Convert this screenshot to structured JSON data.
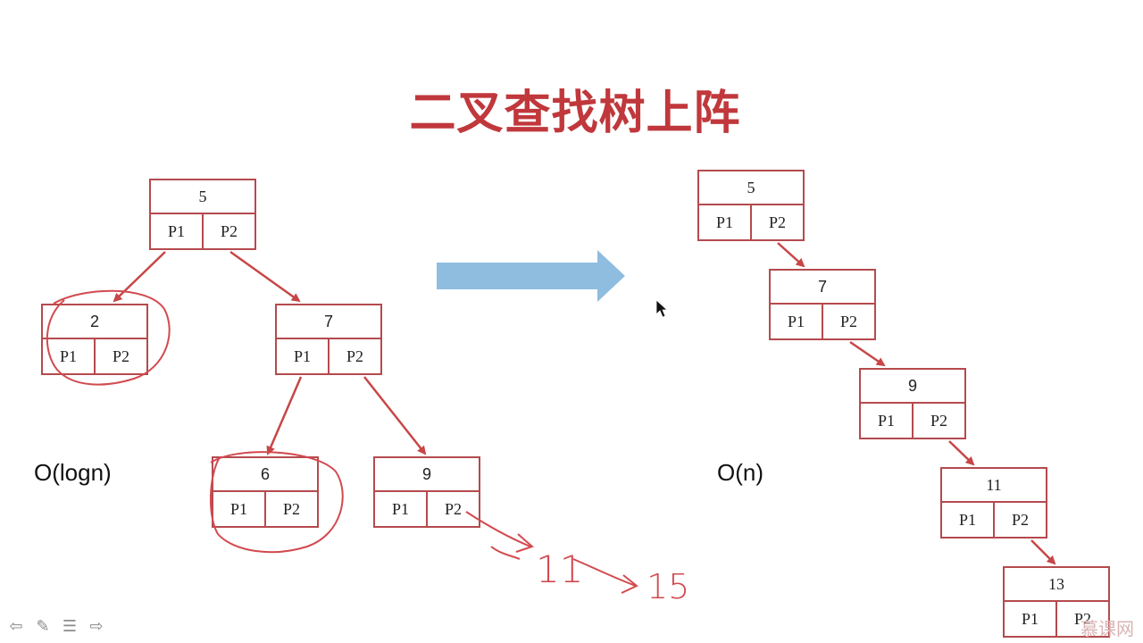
{
  "title": "二叉查找树上阵",
  "left_tree": {
    "complexity": "O(logn)",
    "nodes": [
      {
        "key": "5",
        "p1": "P1",
        "p2": "P2"
      },
      {
        "key": "2",
        "p1": "P1",
        "p2": "P2"
      },
      {
        "key": "7",
        "p1": "P1",
        "p2": "P2"
      },
      {
        "key": "6",
        "p1": "P1",
        "p2": "P2"
      },
      {
        "key": "9",
        "p1": "P1",
        "p2": "P2"
      }
    ],
    "annotations": [
      "11",
      "15"
    ]
  },
  "right_tree": {
    "complexity": "O(n)",
    "nodes": [
      {
        "key": "5",
        "p1": "P1",
        "p2": "P2"
      },
      {
        "key": "7",
        "p1": "P1",
        "p2": "P2"
      },
      {
        "key": "9",
        "p1": "P1",
        "p2": "P2"
      },
      {
        "key": "11",
        "p1": "P1",
        "p2": "P2"
      },
      {
        "key": "13",
        "p1": "P1",
        "p2": "P2"
      }
    ]
  },
  "toolbar": {
    "prev_icon": "⇦",
    "pen_icon": "✎",
    "menu_icon": "☰",
    "next_icon": "⇨"
  },
  "watermark": "慕课网",
  "colors": {
    "title": "#c0383c",
    "node_border": "#b54a4e",
    "edge": "#c84646",
    "arrow": "#8fbde0"
  }
}
